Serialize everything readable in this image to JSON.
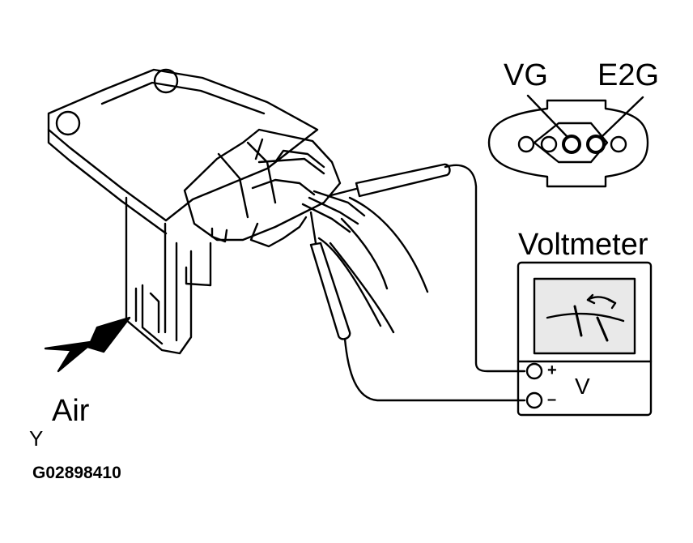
{
  "labels": {
    "vg": "VG",
    "e2g": "E2G",
    "voltmeter": "Voltmeter",
    "plus": "+",
    "minus": "–",
    "v_unit": "V",
    "air": "Air",
    "y_mark": "Y",
    "figure_code": "G02898410"
  },
  "colors": {
    "line": "#000000",
    "background": "#ffffff",
    "meter_screen": "#e9e9e9"
  }
}
